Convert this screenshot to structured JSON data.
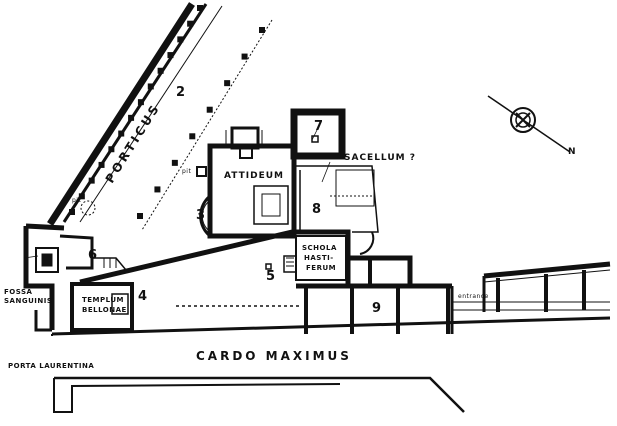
{
  "labels": {
    "porticus": "PORTICUS",
    "attideum": "ATTIDEUM",
    "sacellum": "SACELLUM ?",
    "schola_line1": "SCHOLA",
    "schola_line2": "HASTI-",
    "schola_line3": "FERUM",
    "templum_line1": "TEMPLUM",
    "templum_line2": "BELLONAE",
    "fossa_line1": "FOSSA",
    "fossa_line2": "SANGUINIS",
    "cardo": "CARDO MAXIMUS",
    "porta": "PORTA LAURENTINA",
    "entrance": "entrance",
    "pit1": "pit",
    "pit2": "pit"
  },
  "numbers": {
    "n2": "2",
    "n3": "3",
    "n4": "4",
    "n5": "5",
    "n6": "6",
    "n7": "7",
    "n8": "8",
    "n9": "9"
  },
  "compass": {
    "north": "N"
  },
  "colors": {
    "ink": "#111111",
    "paper": "#ffffff"
  }
}
